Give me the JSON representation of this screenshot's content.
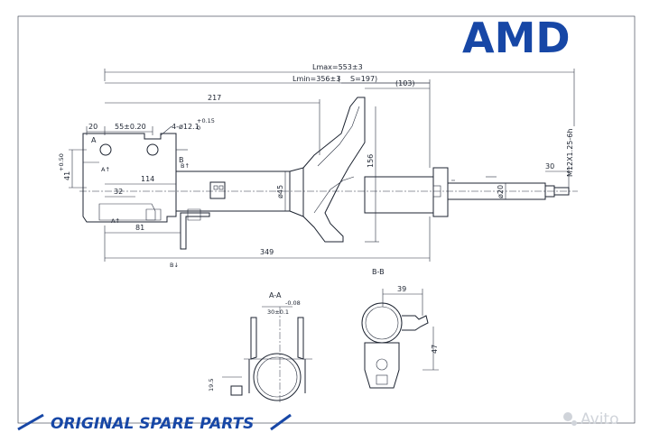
{
  "brand": {
    "logo": "AMD",
    "color": "#1747a6"
  },
  "footer": {
    "slogan": "ORIGINAL SPARE PARTS",
    "watermark": "Avito"
  },
  "drawing": {
    "dims": {
      "lmax": "Lmax=553±3",
      "lmin": "Lmin=356±3",
      "stroke": "S=197)",
      "paren_open": "(",
      "d103": "(103)",
      "d217": "217",
      "d20": "20",
      "d55": "55±0.20",
      "hole": "4-ø12.1",
      "hole_tol_top": "+0.15",
      "hole_tol_bot": "0",
      "d41": "41",
      "d41_tol": "+0.50",
      "d114": "114",
      "d32": "32",
      "d81": "81",
      "d349": "349",
      "d45": "ø45",
      "d156": "156",
      "d20rod": "ø20",
      "d30": "30",
      "thread": "M12X1.25-6h",
      "d39": "39",
      "d47": "47",
      "d195": "19.5",
      "d30b": "30±0.1",
      "d08": "-0.08"
    },
    "labels": {
      "a": "A",
      "a_arrow": "A↑",
      "a1": "A↑",
      "b": "B",
      "b_arrow": "B↑",
      "b1": "B↓",
      "section_aa": "A-A",
      "section_bb": "B-B"
    }
  }
}
